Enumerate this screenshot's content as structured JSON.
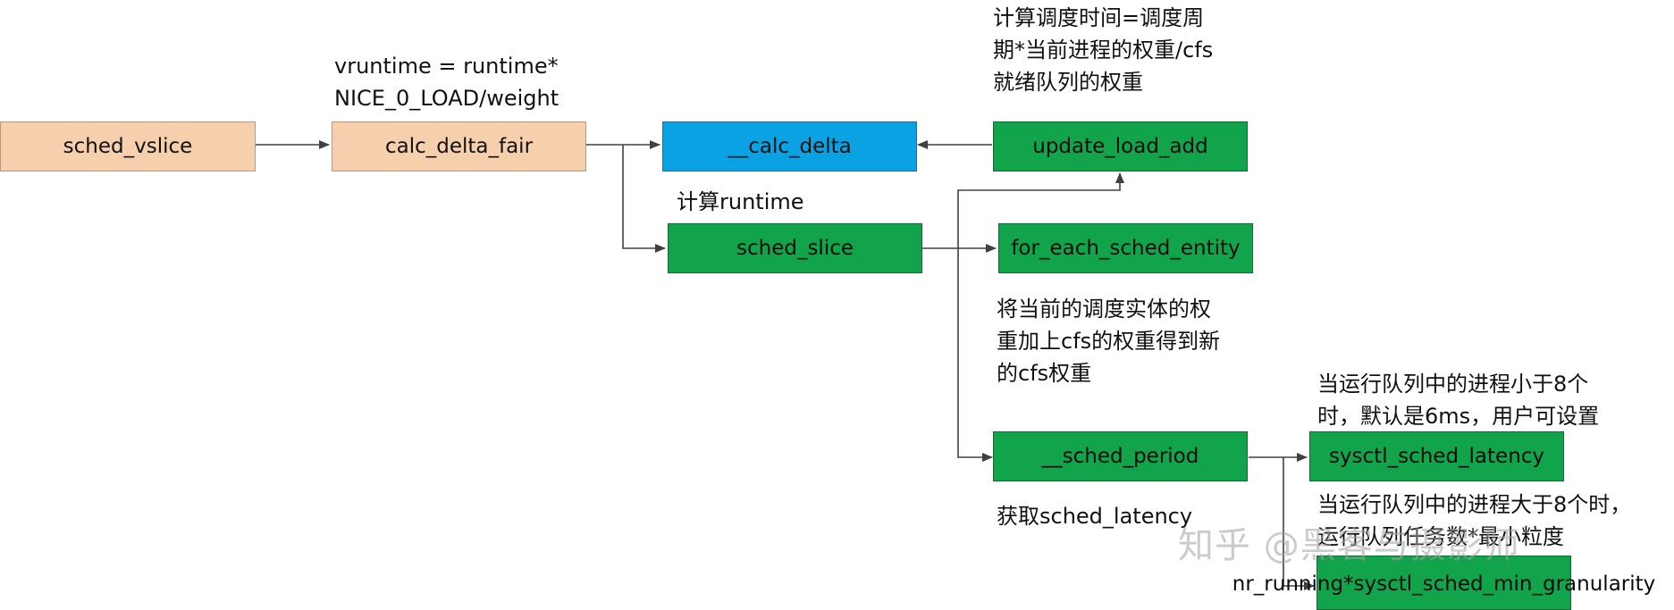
{
  "nodes": {
    "sched_vslice": "sched_vslice",
    "calc_delta_fair": "calc_delta_fair",
    "calc_delta": "__calc_delta",
    "update_load_add": "update_load_add",
    "sched_slice": "sched_slice",
    "for_each_sched_entity": "for_each_sched_entity",
    "sched_period": "__sched_period",
    "sysctl_sched_latency": "sysctl_sched_latency",
    "nr_running_granularity": "nr_running*sysctl_sched_min_granularity"
  },
  "notes": {
    "vruntime_formula": "vruntime = runtime*\nNICE_0_LOAD/weight",
    "calc_schedule_time": "计算调度时间=调度周\n期*当前进程的权重/cfs\n就绪队列的权重",
    "calc_runtime": "计算runtime",
    "add_weight": "将当前的调度实体的权\n重加上cfs的权重得到新\n的cfs权重",
    "less_than_8": "当运行队列中的进程小于8个\n时，默认是6ms，用户可设置",
    "get_latency": "获取sched_latency",
    "greater_than_8": "当运行队列中的进程大于8个时，\n运行队列任务数*最小粒度"
  },
  "watermark": "知乎 @黑客与摄影师",
  "colors": {
    "orange": "#f6cfac",
    "blue": "#0aa2e2",
    "green": "#12a44a",
    "line": "#404040"
  }
}
